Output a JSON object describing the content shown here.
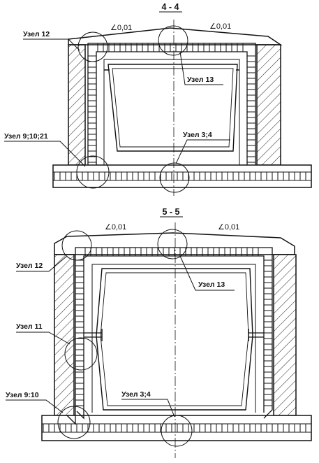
{
  "sections": [
    {
      "title": "4 - 4",
      "slope_left": "∠0,01",
      "slope_right": "∠0,01",
      "nodes": [
        {
          "id": "node-12",
          "label": "Узел 12"
        },
        {
          "id": "node-13",
          "label": "Узел 13"
        },
        {
          "id": "node-9-10-21",
          "label": "Узел 9;10;21"
        },
        {
          "id": "node-3-4",
          "label": "Узел 3;4"
        }
      ]
    },
    {
      "title": "5 - 5",
      "slope_left": "∠0,01",
      "slope_right": "∠0,01",
      "nodes": [
        {
          "id": "node-12",
          "label": "Узел 12"
        },
        {
          "id": "node-13",
          "label": "Узел 13"
        },
        {
          "id": "node-11",
          "label": "Узел 11"
        },
        {
          "id": "node-9-10",
          "label": "Узел 9:10"
        },
        {
          "id": "node-3-4",
          "label": "Узел 3;4"
        }
      ]
    }
  ]
}
